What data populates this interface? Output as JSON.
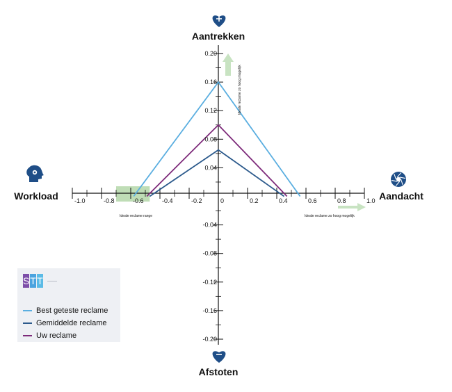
{
  "chart_data": {
    "type": "line",
    "axes": {
      "top": "Aantrekken",
      "bottom": "Afstoten",
      "left": "Workload",
      "right": "Aandacht"
    },
    "x_ticks": [
      "-1.0",
      "-0.8",
      "-0.6",
      "-0.4",
      "-0.2",
      "0",
      "0.2",
      "0.4",
      "0.6",
      "0.8",
      "1.0"
    ],
    "y_ticks": [
      "0.20",
      "0.16",
      "0.12",
      "0.08",
      "0.04",
      "-0.04",
      "-0.08",
      "-0.12",
      "-0.16",
      "-0.20"
    ],
    "xlim": [
      -1.0,
      1.0
    ],
    "ylim": [
      -0.2,
      0.2
    ],
    "series": [
      {
        "name": "Best geteste reclame",
        "color": "#5aaee0",
        "points": [
          [
            -0.58,
            0
          ],
          [
            0,
            0.16
          ],
          [
            0.56,
            0
          ]
        ]
      },
      {
        "name": "Gemiddelde reclame",
        "color": "#2c5a8c",
        "points": [
          [
            -0.47,
            0
          ],
          [
            0,
            0.065
          ],
          [
            0.45,
            0
          ]
        ]
      },
      {
        "name": "Uw reclame",
        "color": "#7d2a7a",
        "points": [
          [
            -0.49,
            0
          ],
          [
            0,
            0.1
          ],
          [
            0.47,
            0
          ]
        ]
      }
    ],
    "ideal_range": {
      "label": "Ideale reclame range",
      "from": -0.7,
      "to": -0.47
    },
    "annotations": {
      "vertical": "Ideale reclame zo hoog mogelijk",
      "horizontal": "Ideale reclame zo hoog mogelijk"
    }
  },
  "icons": {
    "top": "heart-plus-icon",
    "bottom": "heart-minus-icon",
    "left": "head-gears-icon",
    "right": "camera-aperture-icon"
  },
  "legend": {
    "logo": [
      "S",
      "T",
      "T"
    ],
    "logo_colors": [
      "#7d4ea8",
      "#4aa3df",
      "#5bbbe6"
    ]
  },
  "colors": {
    "axis": "#111111",
    "icon": "#1f4e87",
    "ideal_fill": "#a9d19e",
    "arrow": "#c8e3c2"
  }
}
